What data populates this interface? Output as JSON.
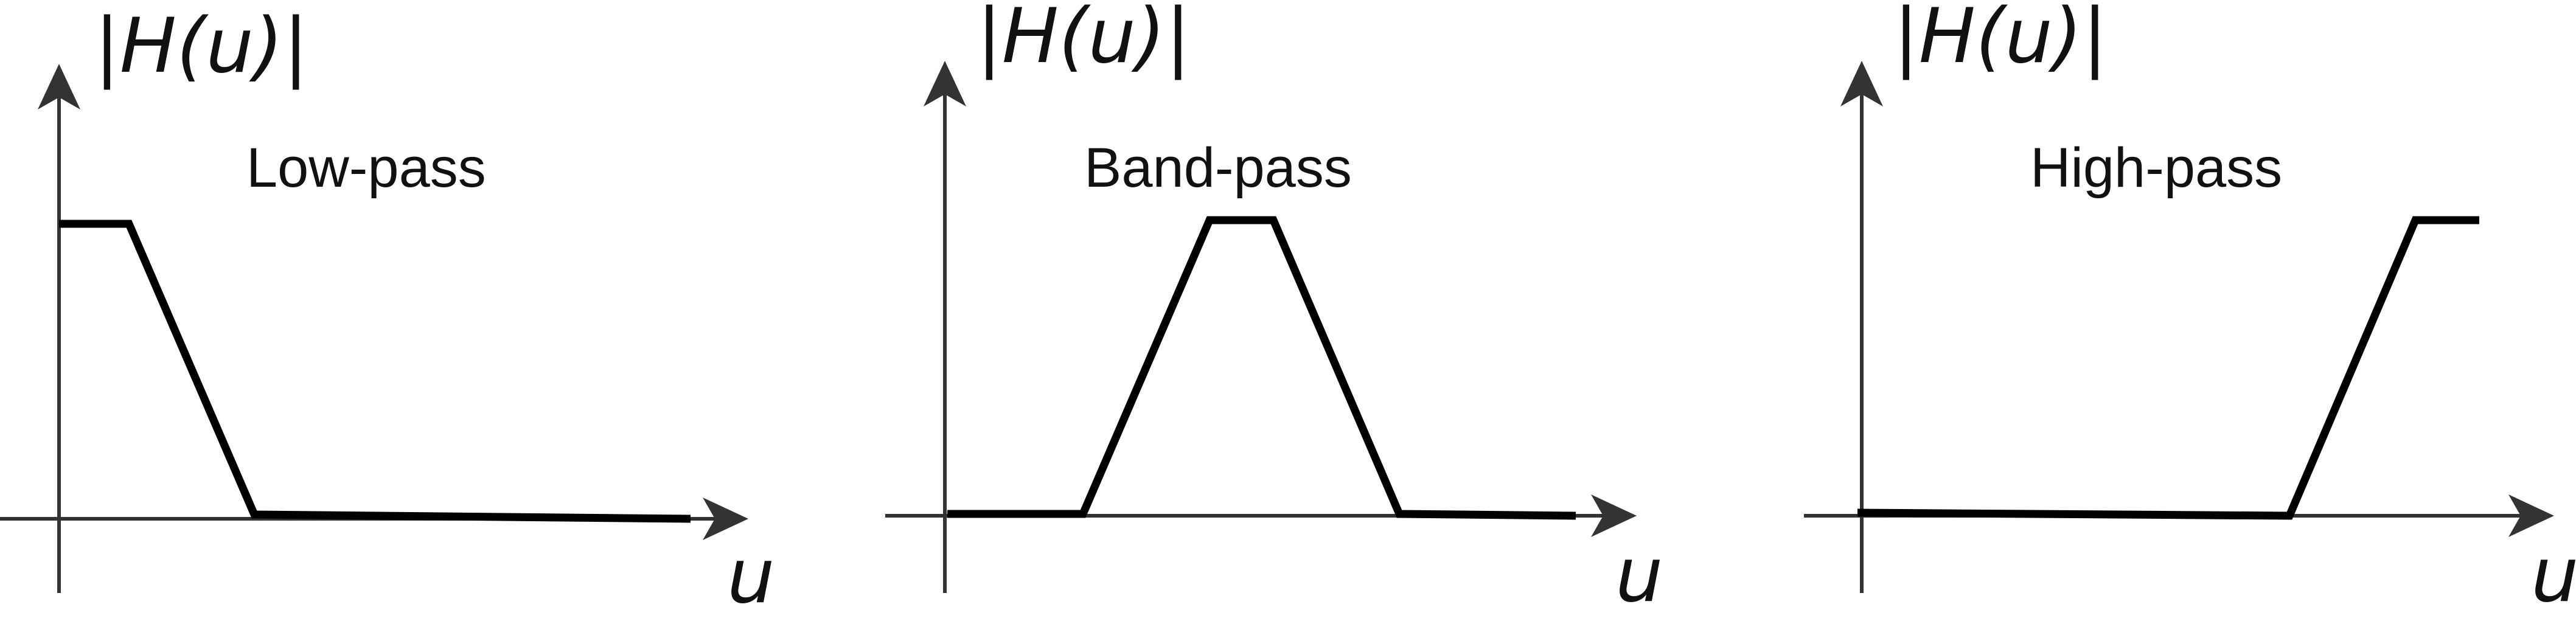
{
  "panels": [
    {
      "id": "low-pass",
      "title": "Low-pass",
      "y_axis_label": "|H(u)|",
      "x_axis_label": "u"
    },
    {
      "id": "band-pass",
      "title": "Band-pass",
      "y_axis_label": "|H(u)|",
      "x_axis_label": "u"
    },
    {
      "id": "high-pass",
      "title": "High-pass",
      "y_axis_label": "|H(u)|",
      "x_axis_label": "u"
    }
  ],
  "colors": {
    "response": "#000000",
    "axis": "#333333",
    "background": "#ffffff"
  }
}
